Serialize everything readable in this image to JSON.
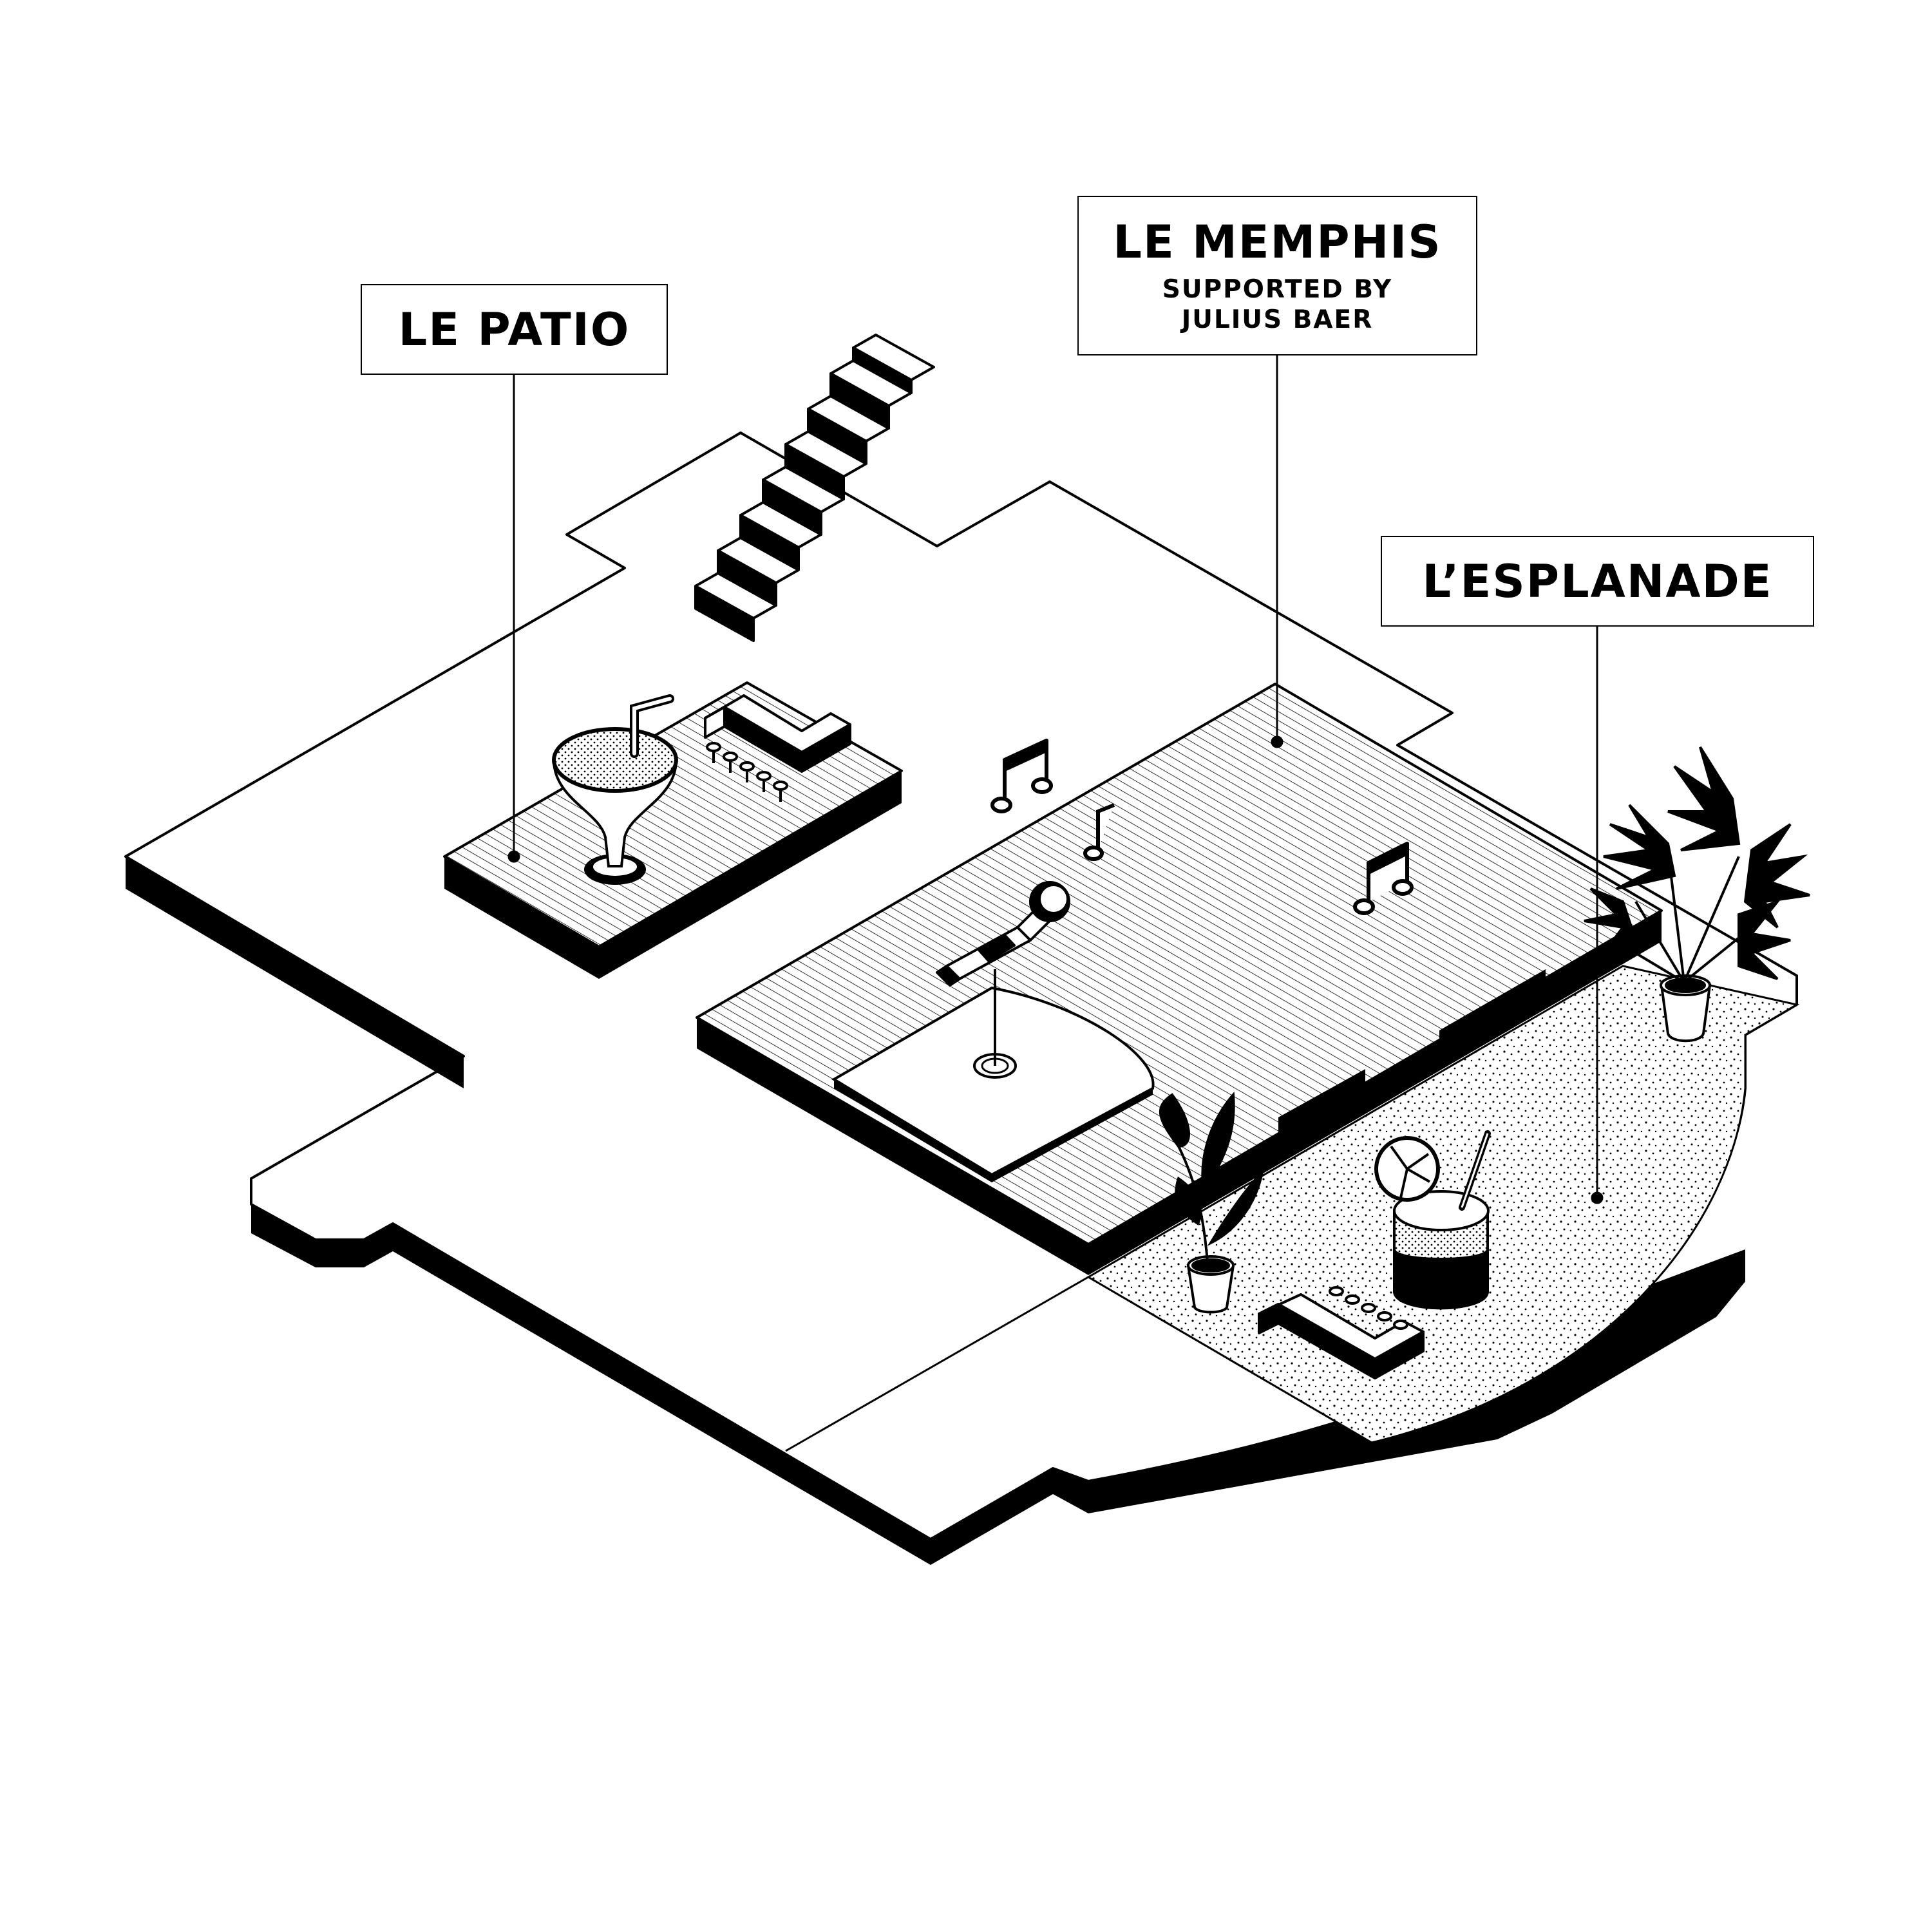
{
  "labels": {
    "patio": {
      "title": "LE PATIO"
    },
    "memphis": {
      "title": "LE MEMPHIS",
      "subtitle_line1": "SUPPORTED BY",
      "subtitle_line2": "JULIUS BAER"
    },
    "esplanade": {
      "title": "L’ESPLANADE"
    }
  },
  "colors": {
    "ink": "#000000",
    "paper": "#ffffff"
  },
  "icons": {
    "staircase": "staircase-icon",
    "cocktail_glass": "cocktail-glass-icon",
    "bar_counter": "bar-counter-icon",
    "music_notes": "music-note-icon",
    "microphone": "microphone-icon",
    "palm_plant": "palm-plant-icon",
    "tumbler_drink": "tumbler-drink-icon"
  }
}
